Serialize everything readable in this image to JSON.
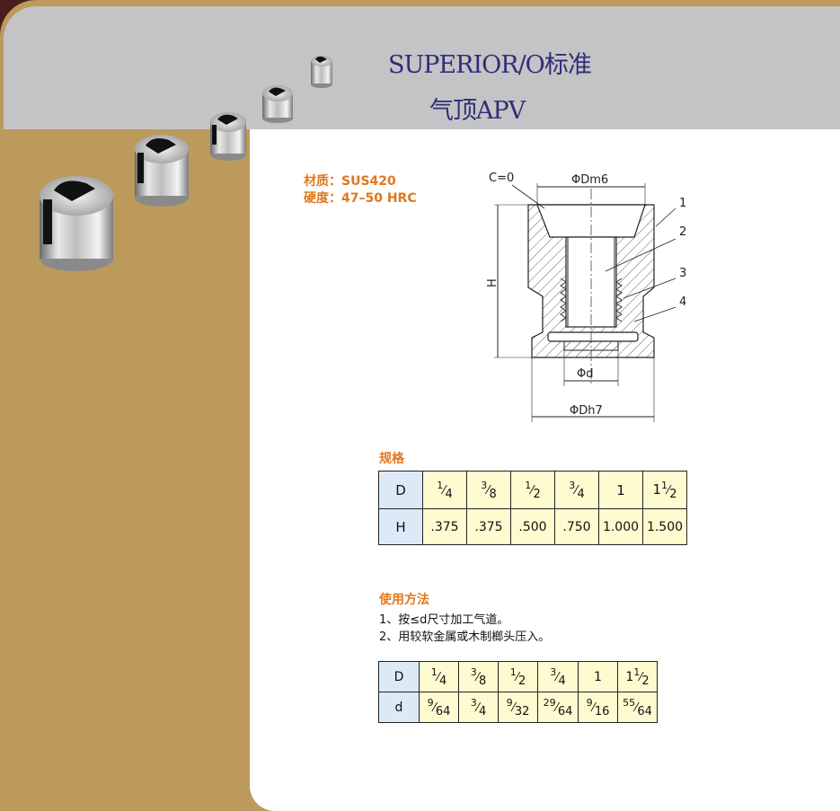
{
  "header": {
    "title": "SUPERIOR/O标准",
    "subtitle": "气顶APV"
  },
  "material": {
    "material_line": "材质：SUS420",
    "hardness_line": "硬度：47–50 HRC"
  },
  "drawing": {
    "labels": {
      "chamfer": "C=0",
      "dm": "ΦDm6",
      "h": "H",
      "d_small": "Φd",
      "dh": "ΦDh7",
      "callout_1": "1",
      "callout_2": "2",
      "callout_3": "3",
      "callout_4": "4"
    }
  },
  "spec_table": {
    "title": "规格",
    "row_D_label": "D",
    "row_H_label": "H",
    "D": [
      {
        "num": "1",
        "den": "4"
      },
      {
        "num": "3",
        "den": "8"
      },
      {
        "num": "1",
        "den": "2"
      },
      {
        "num": "3",
        "den": "4"
      },
      {
        "whole": "1"
      },
      {
        "whole": "1",
        "num": "1",
        "den": "2"
      }
    ],
    "H": [
      ".375",
      ".375",
      ".500",
      ".750",
      "1.000",
      "1.500"
    ]
  },
  "usage": {
    "title": "使用方法",
    "step1": "1、按≤d尺寸加工气道。",
    "step2": "2、用较软金属或木制榔头压入。"
  },
  "usage_table": {
    "row_D_label": "D",
    "row_d_label": "d",
    "D": [
      {
        "num": "1",
        "den": "4"
      },
      {
        "num": "3",
        "den": "8"
      },
      {
        "num": "1",
        "den": "2"
      },
      {
        "num": "3",
        "den": "4"
      },
      {
        "whole": "1"
      },
      {
        "whole": "1",
        "num": "1",
        "den": "2"
      }
    ],
    "d": [
      {
        "num": "9",
        "den": "64"
      },
      {
        "num": "3",
        "den": "4"
      },
      {
        "num": "9",
        "den": "32"
      },
      {
        "num": "29",
        "den": "64"
      },
      {
        "num": "9",
        "den": "16"
      },
      {
        "num": "55",
        "den": "64"
      }
    ]
  }
}
